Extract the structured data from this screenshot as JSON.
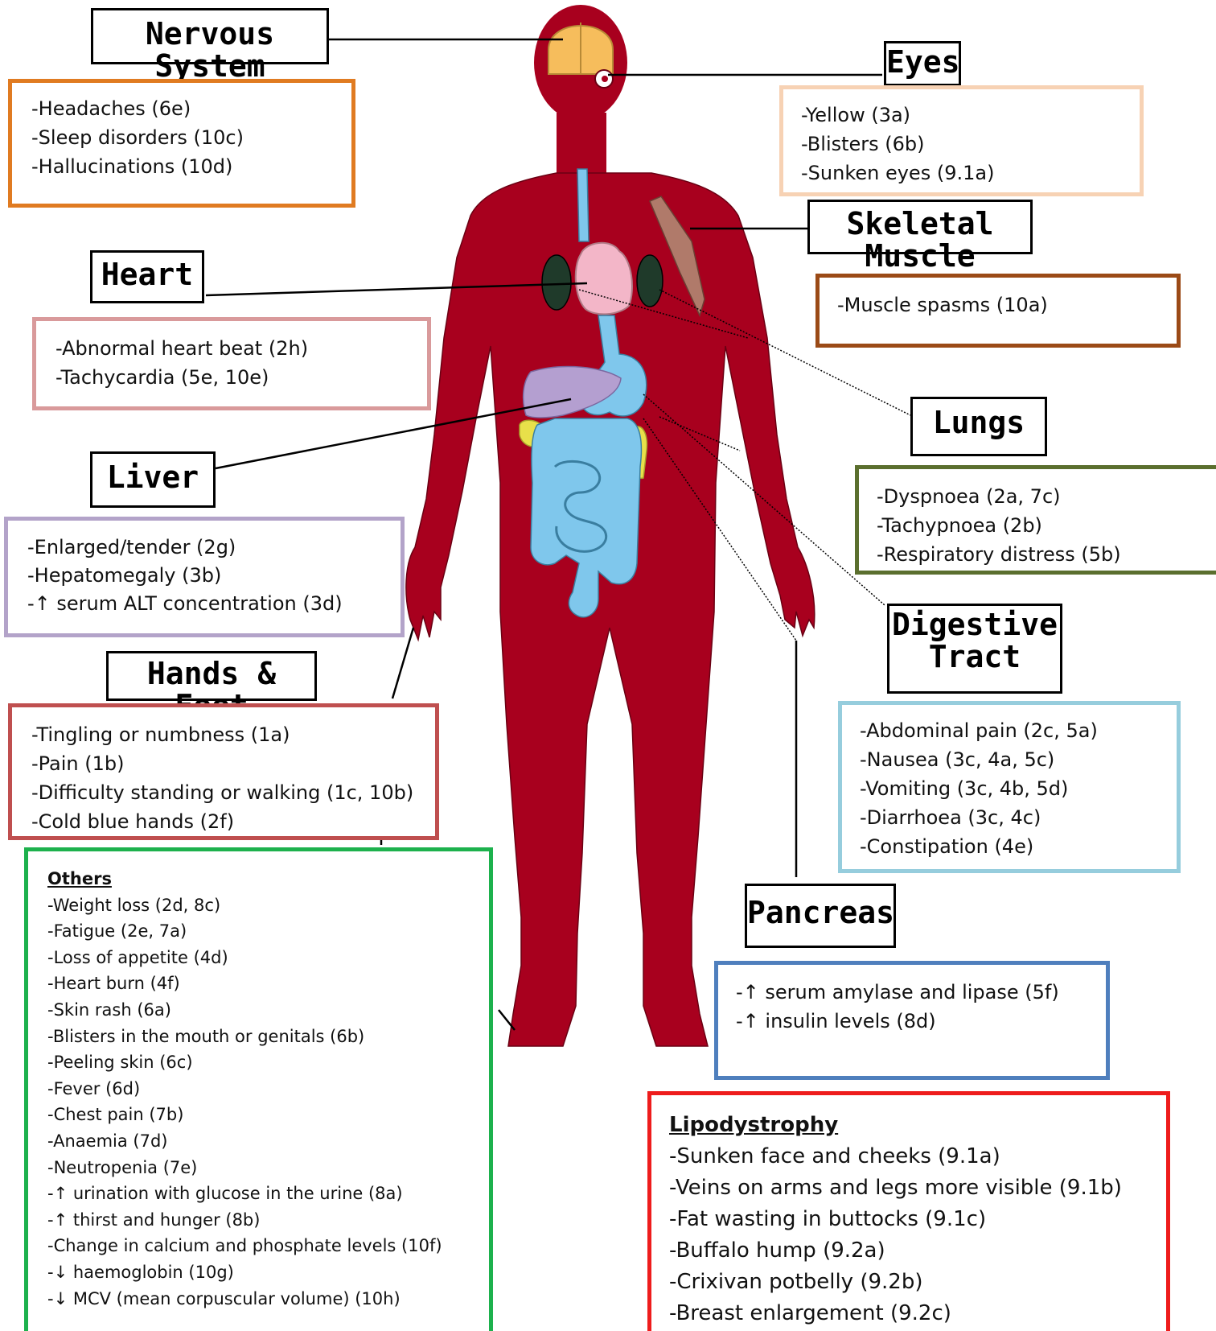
{
  "colors": {
    "body": "#a8001e",
    "body_outline": "#6a0013",
    "brain": "#f6bd5c",
    "heart": "#f3b6c8",
    "lungs": "#1f3a2a",
    "liver": "#b49fd0",
    "digestive": "#7fc7ec",
    "pancreas": "#e8e04a",
    "muscle": "#b07a6a",
    "nervous_border": "#e07b21",
    "eyes_border": "#f7d2b4",
    "skeletal_border": "#9b4a16",
    "heart_border": "#d99a9b",
    "liver_border": "#b3a3c9",
    "lungs_border": "#5b6f2e",
    "hands_border": "#bf4f4f",
    "digestive_border": "#96cddd",
    "pancreas_border": "#4f7fbd",
    "others_border": "#1db14d",
    "lipo_border": "#ee1c1c"
  },
  "panels": {
    "nervous": {
      "title": "Nervous System",
      "items": [
        "-Headaches (6e)",
        "-Sleep disorders (10c)",
        "-Hallucinations (10d)"
      ]
    },
    "eyes": {
      "title": "Eyes",
      "items": [
        "-Yellow (3a)",
        "-Blisters (6b)",
        "-Sunken eyes (9.1a)"
      ]
    },
    "skeletal": {
      "title": "Skeletal Muscle",
      "items": [
        "-Muscle spasms (10a)"
      ]
    },
    "heart": {
      "title": "Heart",
      "items": [
        "-Abnormal heart beat (2h)",
        "-Tachycardia (5e, 10e)"
      ]
    },
    "lungs": {
      "title": "Lungs",
      "items": [
        "-Dyspnoea (2a, 7c)",
        "-Tachypnoea (2b)",
        "-Respiratory distress (5b)"
      ]
    },
    "liver": {
      "title": "Liver",
      "items": [
        "-Enlarged/tender (2g)",
        "-Hepatomegaly (3b)",
        "-↑ serum ALT concentration (3d)"
      ]
    },
    "digestive": {
      "title_line1": "Digestive",
      "title_line2": "Tract",
      "items": [
        "-Abdominal pain (2c, 5a)",
        "-Nausea (3c, 4a, 5c)",
        "-Vomiting (3c, 4b, 5d)",
        "-Diarrhoea (3c, 4c)",
        "-Constipation (4e)"
      ]
    },
    "hands": {
      "title": "Hands & Feet",
      "items": [
        "-Tingling or numbness (1a)",
        "-Pain (1b)",
        "-Difficulty standing or walking (1c, 10b)",
        "-Cold blue hands (2f)"
      ]
    },
    "pancreas": {
      "title": "Pancreas",
      "items": [
        "-↑ serum amylase and lipase (5f)",
        "-↑ insulin levels (8d)"
      ]
    },
    "others": {
      "heading": "Others",
      "items": [
        "-Weight loss (2d, 8c)",
        "-Fatigue (2e, 7a)",
        "-Loss of appetite (4d)",
        "-Heart burn (4f)",
        "-Skin rash (6a)",
        "-Blisters in the mouth or genitals (6b)",
        "-Peeling skin (6c)",
        "-Fever (6d)",
        "-Chest pain (7b)",
        "-Anaemia (7d)",
        "-Neutropenia (7e)",
        "-↑ urination with glucose in the urine (8a)",
        "-↑ thirst and hunger (8b)",
        "-Change in calcium and phosphate levels (10f)",
        "-↓ haemoglobin (10g)",
        "-↓ MCV (mean corpuscular volume) (10h)"
      ]
    },
    "lipo": {
      "heading": "Lipodystrophy",
      "items": [
        "-Sunken face and cheeks (9.1a)",
        "-Veins on arms and legs more visible (9.1b)",
        "-Fat wasting in buttocks (9.1c)",
        "-Buffalo hump (9.2a)",
        "-Crixivan potbelly (9.2b)",
        "-Breast enlargement (9.2c)"
      ]
    }
  }
}
